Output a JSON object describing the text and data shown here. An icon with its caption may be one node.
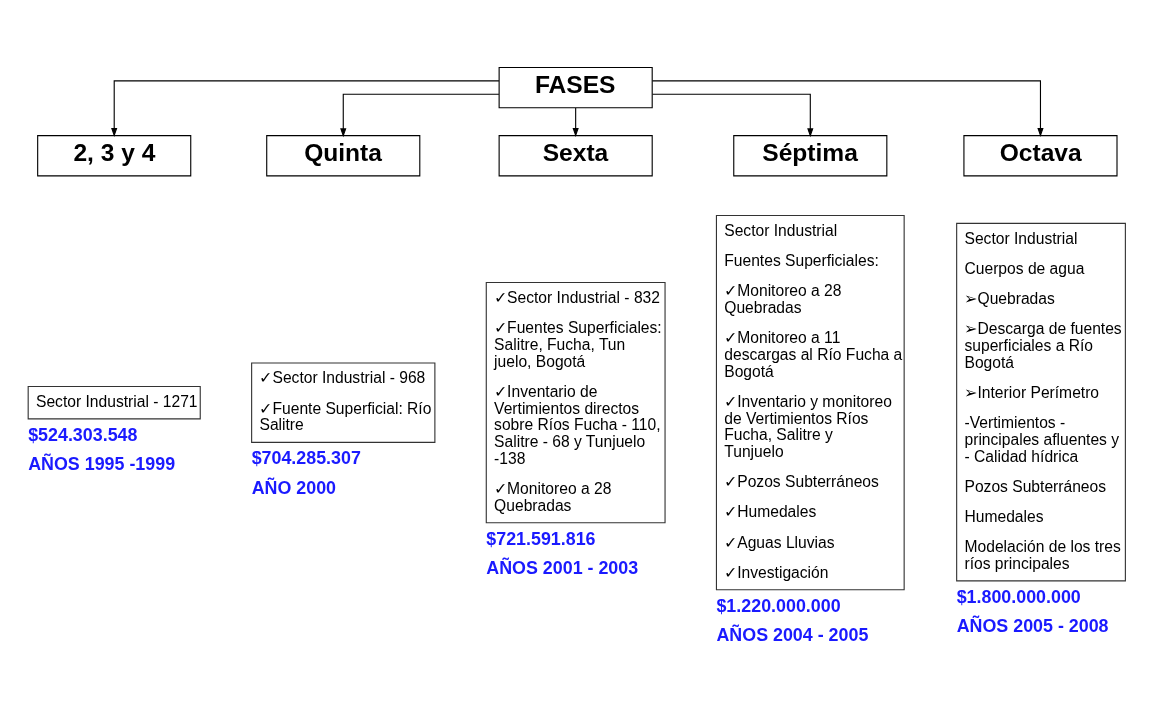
{
  "diagram": {
    "nodes": [
      {
        "text": [
          "FASES"
        ]
      },
      {
        "text": [
          "2, 3 y 4"
        ]
      },
      {
        "text": [
          "Quinta"
        ]
      },
      {
        "text": [
          "Sexta"
        ]
      },
      {
        "text": [
          "Séptima"
        ]
      },
      {
        "text": [
          "Octava"
        ]
      },
      {
        "text": [
          "Sector Industrial - 1271"
        ],
        "beside": [
          "$524.303.548",
          "AÑOS 1995 -1999"
        ]
      },
      {
        "text": [
          "✓Sector Industrial - 968",
          "✓Fuente Superficial: Río Salitre"
        ],
        "beside": [
          "$704.285.307",
          "AÑO 2000"
        ]
      },
      {
        "text": [
          "✓Sector Industrial - 832",
          "✓Fuentes Superficiales: Salitre, Fucha, Tun juelo, Bogotá",
          "✓Inventario de Vertimientos directos sobre Ríos Fucha - 110, Salitre - 68 y Tunjuelo -138",
          "✓Monitoreo a 28 Quebradas"
        ],
        "beside": [
          "$721.591.816",
          "AÑOS 2001 - 2003"
        ]
      },
      {
        "text": [
          "Sector Industrial",
          "Fuentes Superficiales:",
          "✓Monitoreo a 28 Quebradas",
          "✓Monitoreo a 11 descargas al Río Fucha a Bogotá",
          "✓Inventario y monitoreo de Vertimientos Ríos Fucha, Salitre y Tunjuelo",
          "✓Pozos Subterráneos",
          "✓Humedales",
          "✓Aguas Lluvias",
          "✓Investigación"
        ],
        "beside": [
          "$1.220.000.000",
          "AÑOS 2004 - 2005"
        ]
      },
      {
        "text": [
          "Sector Industrial",
          "Cuerpos de agua",
          "➢Quebradas",
          "➢Descarga de fuentes superficiales a Río Bogotá",
          "➢Interior Perímetro",
          "-Vertimientos - principales afluentes y - Calidad hídrica",
          "Pozos Subterráneos",
          "Humedales",
          "Modelación de los tres ríos principales"
        ],
        "beside": [
          "$1.800.000.000",
          "AÑOS 2005 - 2008"
        ]
      }
    ],
    "edges": [
      {
        "from": 0,
        "to": 1,
        "arrow": "to"
      },
      {
        "from": 0,
        "to": 2,
        "arrow": "to"
      },
      {
        "from": 0,
        "to": 3,
        "arrow": "to"
      },
      {
        "from": 0,
        "to": 4,
        "arrow": "to"
      },
      {
        "from": 0,
        "to": 5,
        "arrow": "to"
      }
    ]
  }
}
